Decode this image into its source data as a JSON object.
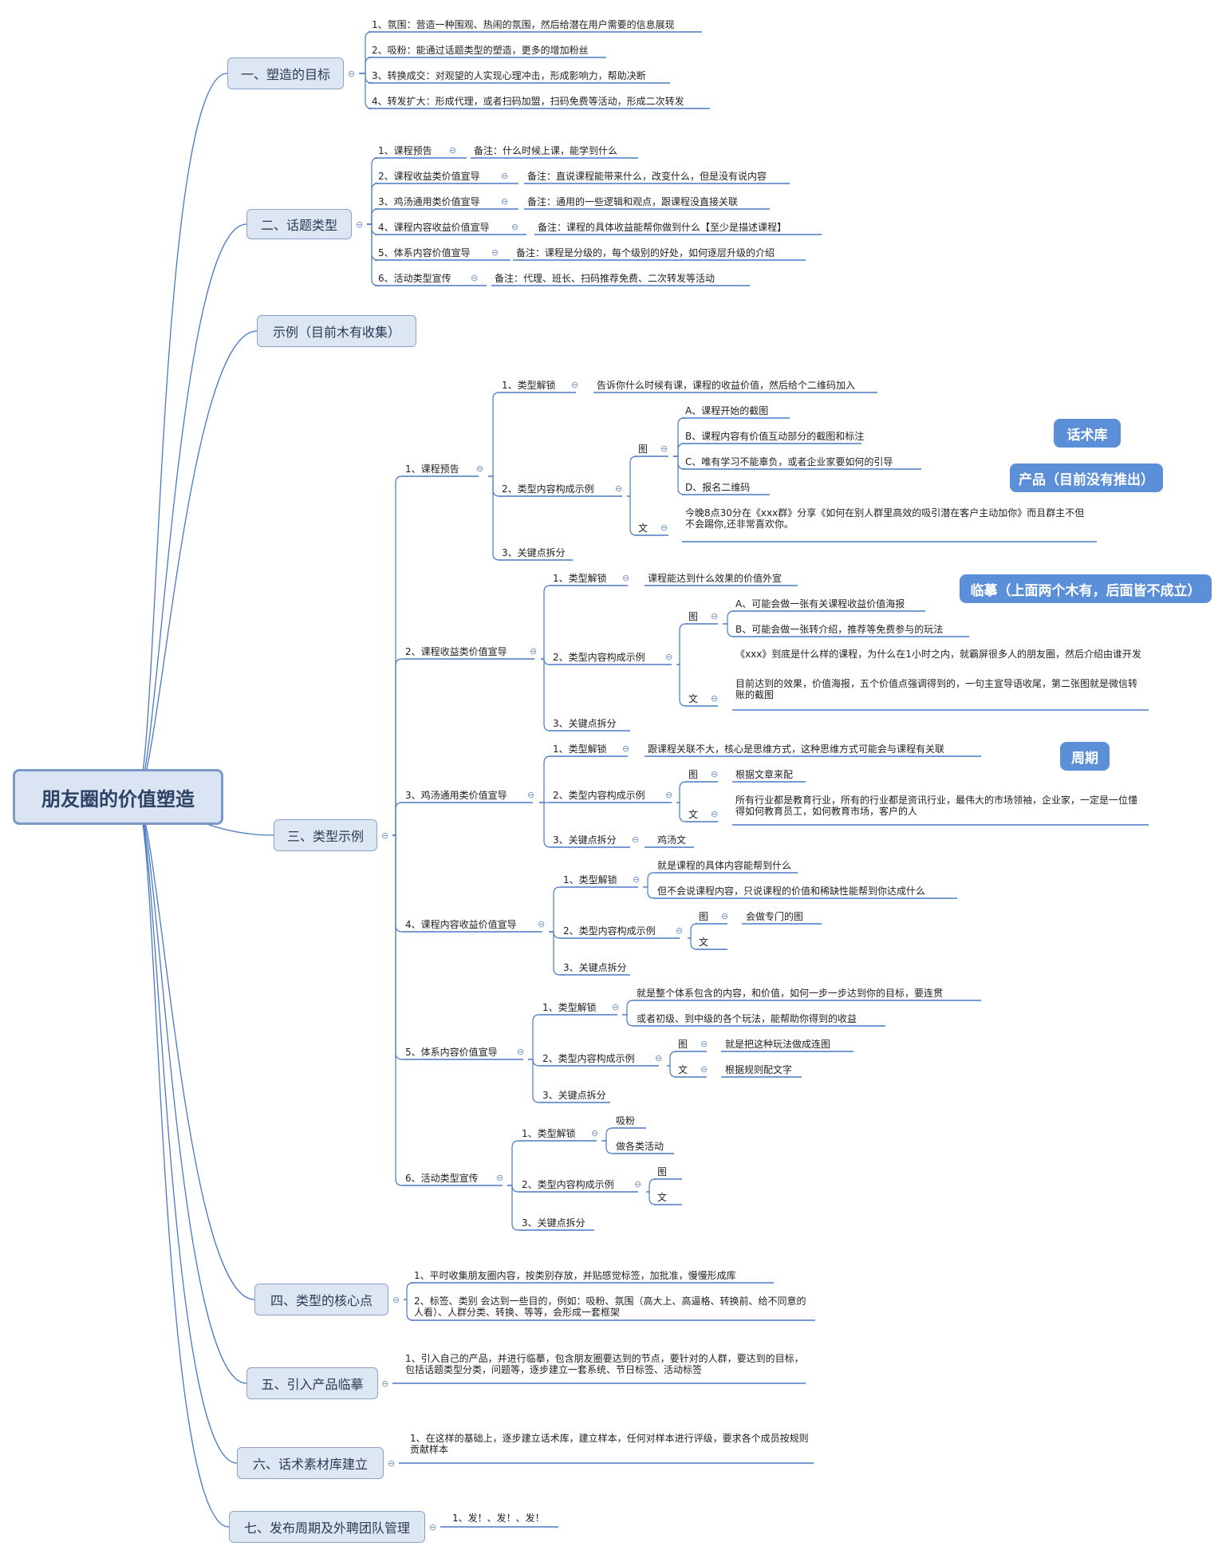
{
  "root": "朋友圈的价值塑造",
  "tags": [
    "话术库",
    "产品（目前没有推出）",
    "临摹（上面两个木有，后面皆不成立）",
    "周期"
  ],
  "collapse_icon": "collapse-minus-icon",
  "colors": {
    "line": "#4a78c2",
    "box_fill": "#dde6f3",
    "box_border": "#8aa3c6",
    "tag_fill": "#5b8fd8"
  },
  "b1": {
    "title": "一、塑造的目标",
    "items": [
      "1、氛围：营造一种围观、热闹的氛围，然后给潜在用户需要的信息展现",
      "2、吸粉：能通过话题类型的塑造，更多的增加粉丝",
      "3、转换成交：对观望的人实现心理冲击，形成影响力，帮助决断",
      "4、转发扩大：形成代理，或者扫码加盟，扫码免费等活动，形成二次转发"
    ]
  },
  "b2": {
    "title": "二、话题类型",
    "items": [
      {
        "label": "1、课程预告",
        "note": "备注：什么时候上课，能学到什么"
      },
      {
        "label": "2、课程收益类价值宣导",
        "note": "备注：直说课程能带来什么，改变什么，但是没有说内容"
      },
      {
        "label": "3、鸡汤通用类价值宣导",
        "note": "备注：通用的一些逻辑和观点，跟课程没直接关联"
      },
      {
        "label": "4、课程内容收益价值宣导",
        "note": "备注：课程的具体收益能帮你做到什么【至少是描述课程】"
      },
      {
        "label": "5、体系内容价值宣导",
        "note": "备注：课程是分级的，每个级别的好处，如何逐层升级的介绍"
      },
      {
        "label": "6、活动类型宣传",
        "note": "备注：代理、班长、扫码推荐免费、二次转发等活动"
      }
    ]
  },
  "b_ex": {
    "title": "示例（目前木有收集）"
  },
  "b3": {
    "title": "三、类型示例",
    "c1": {
      "title": "1、课程预告",
      "k1": "1、类型解锁",
      "k1v": "告诉你什么时候有课，课程的收益价值，然后给个二维码加入",
      "k2": "2、类型内容构成示例",
      "img": "图",
      "imgs": [
        "A、课程开始的截图",
        "B、课程内容有价值互动部分的截图和标注",
        "C、唯有学习不能辜负，或者企业家要如何的引导",
        "D、报名二维码"
      ],
      "txt": "文",
      "txtv": "今晚8点30分在《xxx群》分享《如何在别人群里高效的吸引潜在客户主动加你》而且群主不但不会踢你,还非常喜欢你。",
      "k3": "3、关键点拆分"
    },
    "c2": {
      "title": "2、课程收益类价值宣导",
      "k1": "1、类型解锁",
      "k1v": "课程能达到什么效果的价值外宣",
      "k2": "2、类型内容构成示例",
      "img": "图",
      "imgs": [
        "A、可能会做一张有关课程收益价值海报",
        "B、可能会做一张转介绍，推荐等免费参与的玩法"
      ],
      "txt": "文",
      "txtv1": "《xxx》到底是什么样的课程，为什么在1小时之内，就霸屏很多人的朋友圈，然后介绍由谁开发",
      "txtv2": "目前达到的效果，价值海报，五个价值点强调得到的，一句主宣导语收尾，第二张图就是微信转账的截图",
      "k3": "3、关键点拆分"
    },
    "c3": {
      "title": "3、鸡汤通用类价值宣导",
      "k1": "1、类型解锁",
      "k1v": "跟课程关联不大，核心是思维方式，这种思维方式可能会与课程有关联",
      "k2": "2、类型内容构成示例",
      "img": "图",
      "imgv": "根据文章来配",
      "txt": "文",
      "txtv": "所有行业都是教育行业，所有的行业都是资讯行业，最伟大的市场领袖，企业家，一定是一位懂得如何教育员工，如何教育市场，客户的人",
      "k3": "3、关键点拆分",
      "k3v": "鸡汤文"
    },
    "c4": {
      "title": "4、课程内容收益价值宣导",
      "k1": "1、类型解锁",
      "k1v": [
        "就是课程的具体内容能帮到什么",
        "但不会说课程内容，只说课程的价值和稀缺性能帮到你达成什么"
      ],
      "k2": "2、类型内容构成示例",
      "img": "图",
      "imgv": "会做专门的图",
      "txt": "文",
      "k3": "3、关键点拆分"
    },
    "c5": {
      "title": "5、体系内容价值宣导",
      "k1": "1、类型解锁",
      "k1v": [
        "就是整个体系包含的内容，和价值，如何一步一步达到你的目标，要连贯",
        "或者初级、到中级的各个玩法，能帮助你得到的收益"
      ],
      "k2": "2、类型内容构成示例",
      "img": "图",
      "imgv": "就是把这种玩法做成连图",
      "txt": "文",
      "txtv": "根据规则配文字",
      "k3": "3、关键点拆分"
    },
    "c6": {
      "title": "6、活动类型宣传",
      "k1": "1、类型解锁",
      "k1v": [
        "吸粉",
        "做各类活动"
      ],
      "k2": "2、类型内容构成示例",
      "img": "图",
      "txt": "文",
      "k3": "3、关键点拆分"
    }
  },
  "b4": {
    "title": "四、类型的核心点",
    "items": [
      "1、平时收集朋友圈内容，按类别存放，并贴感觉标签，加批准，慢慢形成库",
      "2、标签、类别 会达到一些目的，例如：吸粉、氛围（高大上、高逼格、转换前、给不同意的人看）、人群分类、转换、等等，会形成一套框架"
    ]
  },
  "b5": {
    "title": "五、引入产品临摹",
    "items": [
      "1、引入自己的产品，并进行临摹，包含朋友圈要达到的节点，要针对的人群，要达到的目标，包括话题类型分类，问题等，逐步建立一套系统、节日标签、活动标签"
    ]
  },
  "b6": {
    "title": "六、话术素材库建立",
    "items": [
      "1、在这样的基础上，逐步建立话术库，建立样本，任何对样本进行评级，要求各个成员按规则贡献样本"
    ]
  },
  "b7": {
    "title": "七、发布周期及外聘团队管理",
    "items": [
      "1、发！、发！、发！"
    ]
  }
}
